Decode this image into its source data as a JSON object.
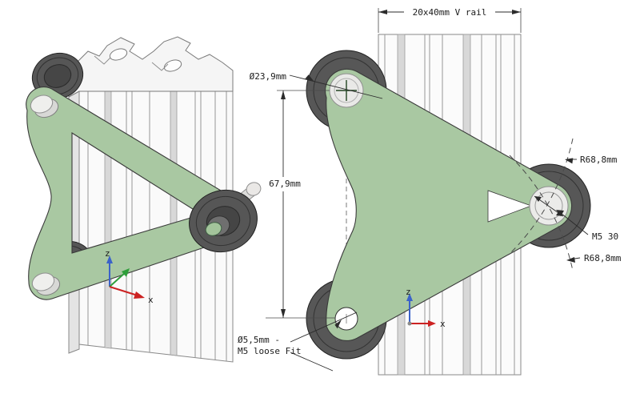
{
  "annotations": {
    "rail": "20x40mm V rail",
    "wheel_diameter": "Ø23,9mm",
    "center_distance": "67,9mm",
    "radius_upper": "R68,8mm",
    "bolt_spec": "M5 30",
    "radius_lower": "R68,8mm",
    "hole_spec_line1": "Ø5,5mm -",
    "hole_spec_line2": "M5 loose Fit"
  },
  "axes": {
    "x": "x",
    "z": "z"
  },
  "colors": {
    "plate_green": "#a9c8a2",
    "plate_outline": "#3a3a3a",
    "wheel_gray": "#575757",
    "hub_silver": "#e9e9e7",
    "rail_white": "#fbfbfb",
    "rail_slot_gray": "#d8d8d8",
    "axis_x_red": "#cc2222",
    "axis_y_green": "#2e9e3a",
    "axis_z_blue": "#3b62c9",
    "dimension_ink": "#1c1c1c"
  }
}
